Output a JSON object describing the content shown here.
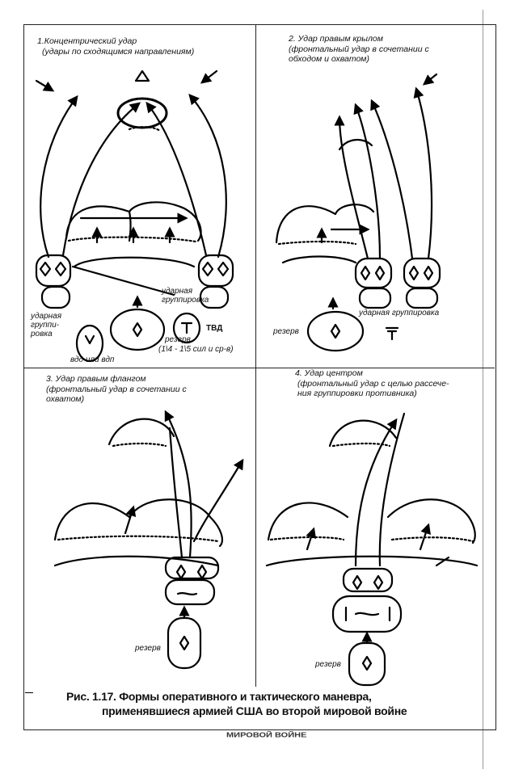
{
  "panels": [
    {
      "title": "1.Концентрический удар",
      "subtitle": "(удары по сходящимся направлениям)",
      "labels": {
        "left_group": "ударная\nгруппи-\nровка",
        "right_group": "ударная\nгруппировка",
        "vdd": "вдд или вдп",
        "reserve": "резерв",
        "reserve_ratio": "(1\\4 - 1\\5 сил и ср-в)",
        "tvd": "ТВД"
      }
    },
    {
      "title": "2. Удар правым крылом",
      "subtitle": "(фронтальный удар в сочетании с\nобходом и охватом)",
      "labels": {
        "group": "ударная группировка",
        "reserve": "резерв"
      }
    },
    {
      "title": "3. Удар правым флангом",
      "subtitle": "(фронтальный удар в сочетании с\nохватом)",
      "labels": {
        "reserve": "резерв"
      }
    },
    {
      "title": "4. Удар центром",
      "subtitle": "(фронтальный удар с целью рассече-\nния группировки противника)",
      "labels": {
        "reserve": "резерв"
      }
    }
  ],
  "caption": {
    "line1": "Рис. 1.17. Формы оперативного и тактического маневра,",
    "line2": "применявшиеся армией США во второй мировой войне"
  },
  "ghost_text": "МИРОВОЙ ВОЙНЕ"
}
